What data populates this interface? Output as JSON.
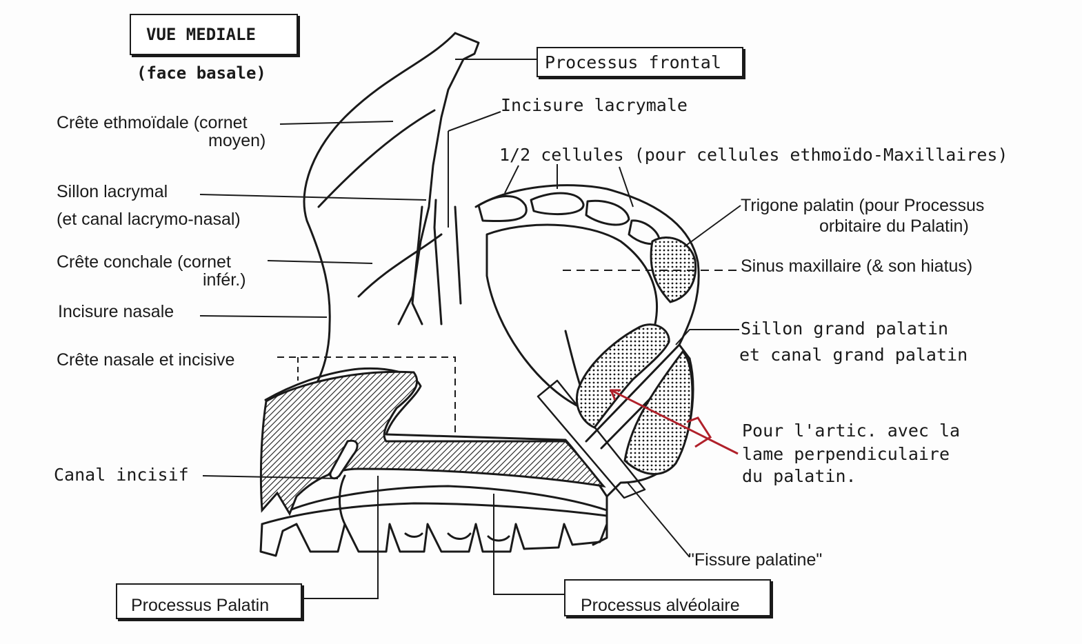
{
  "title": {
    "box": "VUE   MEDIALE",
    "sub": "(face basale)"
  },
  "labels": {
    "processus_frontal": "Processus frontal",
    "incisure_lacrymale": "Incisure lacrymale",
    "cellules": "1/2 cellules (pour cellules ethmoïdo-Maxillaires)",
    "trigone_1": "Trigone palatin (pour Processus",
    "trigone_2": "orbitaire du Palatin)",
    "sinus": "Sinus maxillaire (& son hiatus)",
    "sillon_gp_1": "Sillon grand palatin",
    "sillon_gp_2": "et canal grand palatin",
    "artic_1": "Pour l'artic. avec la",
    "artic_2": "lame perpendiculaire",
    "artic_3": "du palatin.",
    "fissure": "\"Fissure palatine\"",
    "processus_alveolaire": "Processus alvéolaire",
    "processus_palatin": "Processus Palatin",
    "canal_incisif": "Canal incisif",
    "crete_nasale": "Crête nasale et incisive",
    "incisure_nasale": "Incisure nasale",
    "crete_conchale_1": "Crête  conchale (cornet",
    "crete_conchale_2": "infér.)",
    "sillon_lacrymal_1": "Sillon lacrymal",
    "sillon_lacrymal_2": "(et canal lacrymo-nasal)",
    "crete_ethmoidale_1": "Crête ethmoïdale (cornet",
    "crete_ethmoidale_2": "moyen)"
  },
  "colors": {
    "ink": "#1a1a1a",
    "arrow": "#b0202a",
    "background": "#fdfdfd"
  }
}
